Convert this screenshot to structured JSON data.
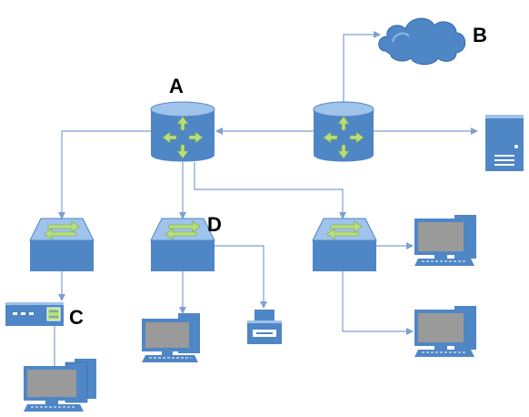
{
  "diagram": {
    "labels": {
      "a": "A",
      "b": "B",
      "c": "C",
      "d": "D"
    },
    "icons": {
      "router": "router-icon",
      "cloud": "cloud-icon",
      "server": "server-icon",
      "switch": "switch-icon",
      "modem": "modem-icon",
      "workstation": "workstation-icon",
      "printer": "printer-icon"
    },
    "colors": {
      "device_fill": "#4f86c6",
      "device_top": "#9fc3ea",
      "device_dark": "#2f6aaa",
      "arrow": "#b9df7a",
      "link": "#7da1cf",
      "screen": "#9a9a9a"
    }
  }
}
